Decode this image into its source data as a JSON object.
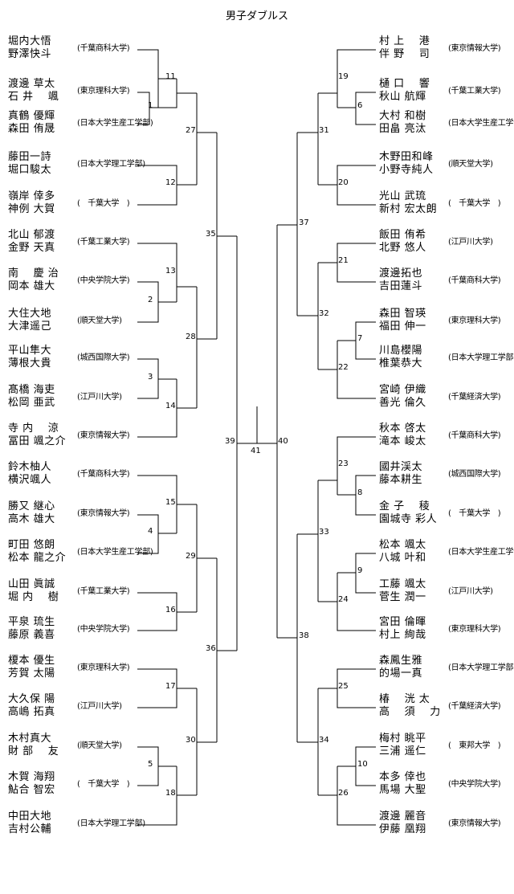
{
  "title": "男子ダブルス",
  "left_teams": [
    {
      "p1": "堀内大悟",
      "p2": "野澤快斗",
      "school": "(千葉商科大学)"
    },
    {
      "p1": "渡邊 草太",
      "p2": "石 井 　颯",
      "school": "(東京理科大学)"
    },
    {
      "p1": "真鶴 優輝",
      "p2": "森田 侑晟",
      "school": "(日本大学生産工学部)"
    },
    {
      "p1": "藤田一詩",
      "p2": "堀口駿太",
      "school": "(日本大学理工学部)"
    },
    {
      "p1": "嶺岸 倖多",
      "p2": "神例 大賀",
      "school": "(　千葉大学　)"
    },
    {
      "p1": "北山 郁渡",
      "p2": "金野 天真",
      "school": "(千葉工業大学)"
    },
    {
      "p1": "南 　慶 治",
      "p2": "岡本 雄大",
      "school": "(中央学院大学)"
    },
    {
      "p1": "大住大地",
      "p2": "大津遥己",
      "school": "(順天堂大学)"
    },
    {
      "p1": "平山隼大",
      "p2": "薄根大貴",
      "school": "(城西国際大学)"
    },
    {
      "p1": "髙橋 海吏",
      "p2": "松岡 亜武",
      "school": "(江戸川大学)"
    },
    {
      "p1": "寺 内 　涼",
      "p2": "冨田 颯之介",
      "school": "(東京情報大学)"
    },
    {
      "p1": "鈴木柚人",
      "p2": "横沢颯人",
      "school": "(千葉商科大学)"
    },
    {
      "p1": "勝又 継心",
      "p2": "高木 雄大",
      "school": "(東京情報大学)"
    },
    {
      "p1": "町田 悠朗",
      "p2": "松本 龍之介",
      "school": "(日本大学生産工学部)"
    },
    {
      "p1": "山田 眞誠",
      "p2": "堀 内 　樹",
      "school": "(千葉工業大学)"
    },
    {
      "p1": "平泉 琉生",
      "p2": "藤原 義喜",
      "school": "(中央学院大学)"
    },
    {
      "p1": "榎本 優生",
      "p2": "芳賀 太陽",
      "school": "(東京理科大学)"
    },
    {
      "p1": "大久保 陽",
      "p2": "高嶋 拓真",
      "school": "(江戸川大学)"
    },
    {
      "p1": "木村真大",
      "p2": "財 部 　友",
      "school": "(順天堂大学)"
    },
    {
      "p1": "木賀 海翔",
      "p2": "鮎合 智宏",
      "school": "(　千葉大学　)"
    },
    {
      "p1": "中田大地",
      "p2": "吉村公輔",
      "school": "(日本大学理工学部)"
    }
  ],
  "right_teams": [
    {
      "p1": "村 上 　港",
      "p2": "伴 野 　司",
      "school": "(東京情報大学)"
    },
    {
      "p1": "樋 口 　響",
      "p2": "秋山 航輝",
      "school": "(千葉工業大学)"
    },
    {
      "p1": "大村 和樹",
      "p2": "田畠 亮汰",
      "school": "(日本大学生産工学部)"
    },
    {
      "p1": "木野田和峰",
      "p2": "小野寺純人",
      "school": "(順天堂大学)"
    },
    {
      "p1": "光山 武琉",
      "p2": "新村 宏太朗",
      "school": "(　千葉大学　)"
    },
    {
      "p1": "飯田 侑希",
      "p2": "北野 悠人",
      "school": "(江戸川大学)"
    },
    {
      "p1": "渡邊拓也",
      "p2": "吉田蓮斗",
      "school": "(千葉商科大学)"
    },
    {
      "p1": "森田 智瑛",
      "p2": "福田 伸一",
      "school": "(東京理科大学)"
    },
    {
      "p1": "川島櫻陽",
      "p2": "椎葉恭大",
      "school": "(日本大学理工学部)"
    },
    {
      "p1": "宮崎 伊織",
      "p2": "善光 倫久",
      "school": "(千葉経済大学)"
    },
    {
      "p1": "秋本 啓太",
      "p2": "滝本 峻太",
      "school": "(千葉商科大学)"
    },
    {
      "p1": "國井渓太",
      "p2": "藤本耕生",
      "school": "(城西国際大学)"
    },
    {
      "p1": "金 子 　稜",
      "p2": "園城寺 彩人",
      "school": "(　千葉大学　)"
    },
    {
      "p1": "松本 颯太",
      "p2": "八城 叶和",
      "school": "(日本大学生産工学部)"
    },
    {
      "p1": "工藤 颯太",
      "p2": "菅生 潤一",
      "school": "(江戸川大学)"
    },
    {
      "p1": "宮田 倫暉",
      "p2": "村上 絢哉",
      "school": "(東京理科大学)"
    },
    {
      "p1": "森鳳生雅",
      "p2": "的場一真",
      "school": "(日本大学理工学部)"
    },
    {
      "p1": "椿 　洸 太",
      "p2": "高 　須 　力",
      "school": "(千葉経済大学)"
    },
    {
      "p1": "梅村 眺平",
      "p2": "三浦 遥仁",
      "school": "(　東邦大学　)"
    },
    {
      "p1": "本多 倖也",
      "p2": "馬場 大聖",
      "school": "(中央学院大学)"
    },
    {
      "p1": "渡邊 麗音",
      "p2": "伊藤 凰翔",
      "school": "(東京情報大学)"
    }
  ],
  "match_numbers": {
    "m1": "1",
    "m2": "2",
    "m3": "3",
    "m4": "4",
    "m5": "5",
    "m6": "6",
    "m7": "7",
    "m8": "8",
    "m9": "9",
    "m10": "10",
    "m11": "11",
    "m12": "12",
    "m13": "13",
    "m14": "14",
    "m15": "15",
    "m16": "16",
    "m17": "17",
    "m18": "18",
    "m19": "19",
    "m20": "20",
    "m21": "21",
    "m22": "22",
    "m23": "23",
    "m24": "24",
    "m25": "25",
    "m26": "26",
    "m27": "27",
    "m28": "28",
    "m29": "29",
    "m30": "30",
    "m31": "31",
    "m32": "32",
    "m33": "33",
    "m34": "34",
    "m35": "35",
    "m36": "36",
    "m37": "37",
    "m38": "38",
    "m39": "39",
    "m40": "40",
    "m41": "41"
  }
}
